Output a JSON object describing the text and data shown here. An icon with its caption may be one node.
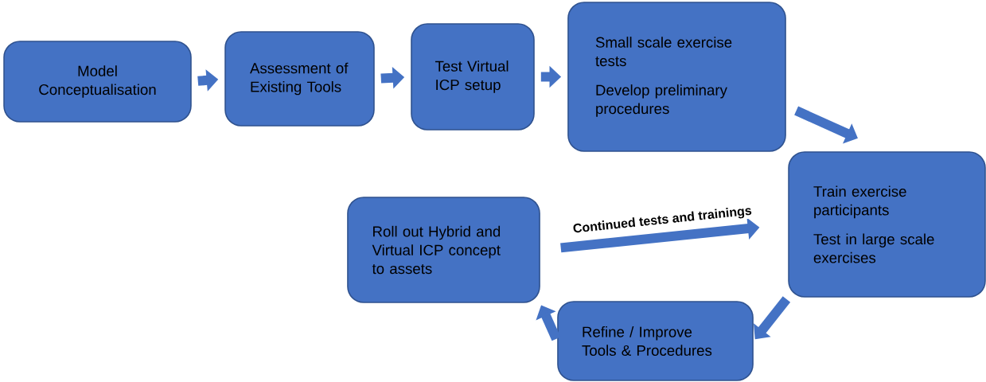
{
  "diagram": {
    "nodes": [
      {
        "text": [
          "Model Conceptualisation"
        ]
      },
      {
        "text": [
          "Assessment of Existing Tools"
        ]
      },
      {
        "text": [
          "Test Virtual ICP setup"
        ]
      },
      {
        "text": [
          "Small scale exercise tests",
          "Develop preliminary procedures"
        ]
      },
      {
        "text": [
          "Train exercise participants",
          "Test in large scale exercises"
        ]
      },
      {
        "text": [
          "Roll out Hybrid and Virtual ICP concept to assets"
        ]
      },
      {
        "text": [
          "Refine / Improve Tools & Procedures"
        ]
      }
    ],
    "edges": [
      {
        "from": 0,
        "to": 1,
        "arrow": "to"
      },
      {
        "from": 1,
        "to": 2,
        "arrow": "to"
      },
      {
        "from": 2,
        "to": 3,
        "arrow": "to"
      },
      {
        "from": 3,
        "to": 4,
        "arrow": "to"
      },
      {
        "from": 4,
        "to": 6,
        "arrow": "to"
      },
      {
        "from": 6,
        "to": 5,
        "arrow": "to"
      },
      {
        "from": 5,
        "to": 4,
        "arrow": "to",
        "label": "Continued tests and trainings"
      }
    ]
  }
}
